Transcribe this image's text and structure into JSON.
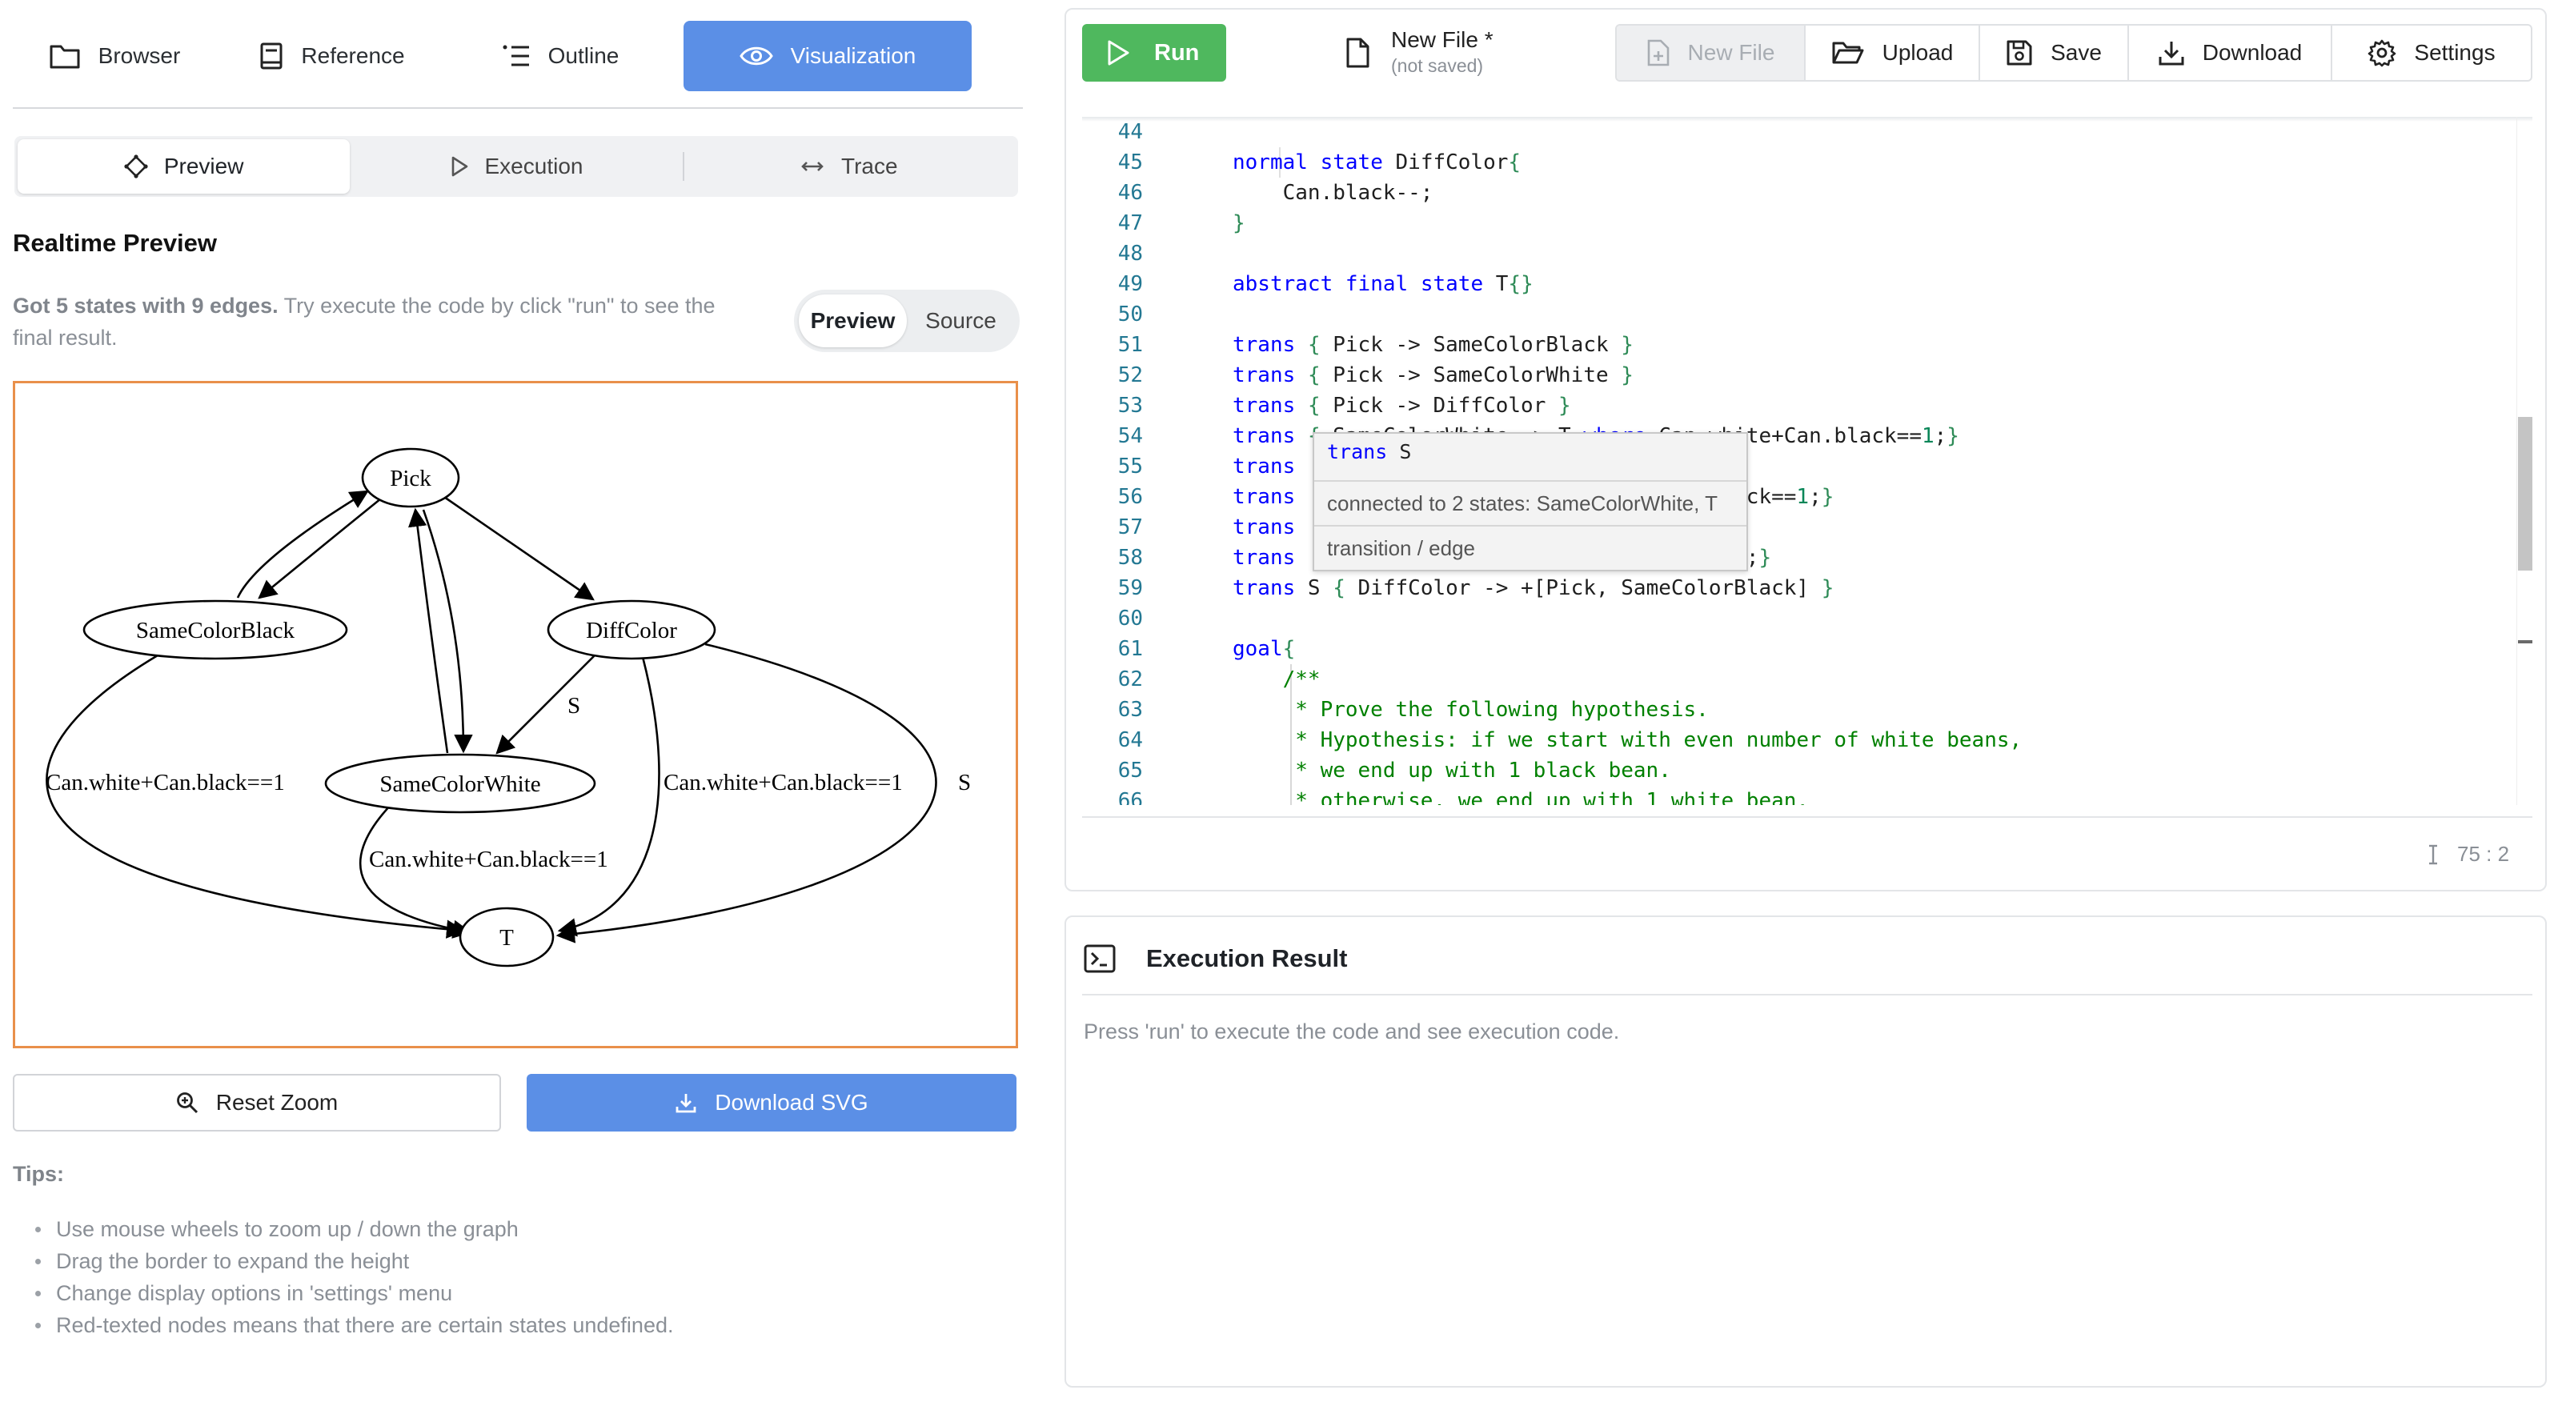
{
  "nav": {
    "browser": "Browser",
    "reference": "Reference",
    "outline": "Outline",
    "visualization": "Visualization"
  },
  "subtabs": {
    "preview": "Preview",
    "execution": "Execution",
    "trace": "Trace"
  },
  "realtime": {
    "title": "Realtime Preview",
    "summary_bold": "Got 5 states with 9 edges.",
    "summary_rest": " Try execute the code by click \"run\" to see the final result.",
    "toggle_preview": "Preview",
    "toggle_source": "Source"
  },
  "graph": {
    "nodes": {
      "pick": "Pick",
      "same_color_black": "SameColorBlack",
      "diff_color": "DiffColor",
      "same_color_white": "SameColorWhite",
      "t": "T"
    },
    "edge_labels": {
      "s_diff_to_white": "S",
      "cond_black_to_t": "Can.white+Can.black==1",
      "cond_diff_to_t": "Can.white+Can.black==1",
      "cond_white_to_t": "Can.white+Can.black==1",
      "s_diff_to_t": "S"
    }
  },
  "buttons": {
    "reset_zoom": "Reset Zoom",
    "download_svg": "Download SVG"
  },
  "tips": {
    "title": "Tips:",
    "items": [
      "Use mouse wheels to zoom up / down the graph",
      "Drag the border to expand the height",
      "Change display options in 'settings' menu",
      "Red-texted nodes means that there are certain states undefined."
    ]
  },
  "toolbar": {
    "run": "Run",
    "file_name": "New File *",
    "file_status": "(not saved)",
    "new_file": "New File",
    "upload": "Upload",
    "save": "Save",
    "download": "Download",
    "settings": "Settings"
  },
  "editor": {
    "line_numbers": [
      "44",
      "45",
      "46",
      "47",
      "48",
      "49",
      "50",
      "51",
      "52",
      "53",
      "54",
      "55",
      "56",
      "57",
      "58",
      "59",
      "60",
      "61",
      "62",
      "63",
      "64",
      "65",
      "66"
    ],
    "cursor_position": "75 : 2"
  },
  "tooltip": {
    "signature_kw": "trans",
    "signature_name": "S",
    "description": "connected to 2 states: SameColorWhite, T",
    "kind": "transition / edge"
  },
  "result": {
    "title": "Execution Result",
    "message": "Press 'run' to execute the code and see execution code."
  },
  "colors": {
    "accent": "#5b8fe6",
    "run": "#4fb85e",
    "graph_border": "#e9904a",
    "keyword": "#0000ff",
    "comment": "#008000",
    "line_number": "#237893"
  }
}
